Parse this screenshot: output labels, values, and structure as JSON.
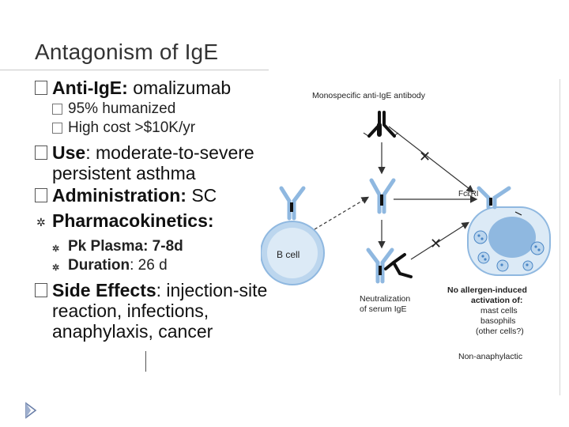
{
  "title": "Antagonism of IgE",
  "bullets": {
    "anti_ige_label": "Anti-IgE:",
    "anti_ige_value": " omalizumab",
    "sub1": "95% humanized",
    "sub2": "High cost >$10K/yr",
    "use_label": "Use",
    "use_value": ": moderate-to-severe persistent asthma",
    "admin_label": "Administration:",
    "admin_value": " SC",
    "pk_label": "Pharmacokinetics:",
    "pk1": "Pk Plasma: 7-8d",
    "pk2_label": "Duration",
    "pk2_value": ":  26 d",
    "side_label": "Side Effects",
    "side_value": ":  injection-site reaction, infections, anaphylaxis,   cancer"
  },
  "diagram": {
    "title": "Monospecific anti-IgE antibody",
    "fceri": "FcεRI",
    "bcell": "B cell",
    "neutral1": "Neutralization",
    "neutral2": "of serum IgE",
    "no1": "No allergen-induced",
    "no2": "activation of:",
    "no3": "mast cells",
    "no4": "basophils",
    "no5": "(other cells?)",
    "nonana": "Non-anaphylactic"
  },
  "colors": {
    "antibody_blue": "#8fb8e0",
    "cell_fill": "#bcd6ee",
    "granule": "#4a86c5",
    "arrow": "#333333"
  }
}
